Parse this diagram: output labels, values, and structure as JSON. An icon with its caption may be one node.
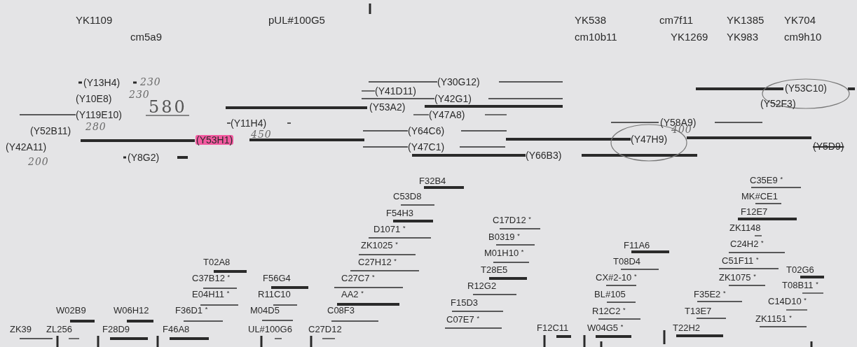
{
  "diagram": {
    "labels": [
      "YK1109",
      "pUL#100G5",
      "YK538",
      "cm7f11",
      "YK1385",
      "YK704",
      "cm5a9",
      "cm10b11",
      "YK1269",
      "YK983",
      "cm9h10",
      "(Y13H4)",
      "230",
      "(Y30G12)",
      "(Y41D11)",
      "(Y53C10)",
      "(Y10E8)",
      "230",
      "(Y42G1)",
      "580",
      "(Y53A2)",
      "(Y52F3)",
      "(Y119E10)",
      "(Y47A8)",
      "(Y11H4)",
      "(Y58A9)",
      "(Y52B11)",
      "280",
      "450",
      "(Y64C6)",
      "400",
      "(Y53H1)",
      "(Y47H9)",
      "(Y42A11)",
      "(Y47C1)",
      "(Y5D9)",
      "(Y8G2)",
      "(Y66B3)",
      "200",
      "F32B4",
      "C35E9 $^{*}$",
      "C53D8",
      "MK#CE1",
      "F54H3",
      "F12E7",
      "D1071 $^{*}$",
      "C17D12 $^{*}$",
      "ZK1148",
      "ZK1025 $^{*}$",
      "B0319 $^{*}$",
      "F11A6",
      "C24H2 $^{*}$",
      "M01H10 $^{*}$",
      "T02A8",
      "C27H12 $^{*}$",
      "T08D4",
      "C51F11 $^{*}$",
      "T28E5",
      "T02G6",
      "C37B12 $^{*}$",
      "F56G4",
      "C27C7 $^{*}$",
      "CX#2-10 $^{*}$",
      "ZK1075 $^{*}$",
      "R12G2",
      "T08B11 $^{*}$",
      "E04H11 $^{*}$",
      "R11C10",
      "AA2 $^{*}$",
      "BL#105",
      "F35E2 $^{*}$",
      "F15D3",
      "C14D10 $^{*}$",
      "W02B9",
      "W06H12",
      "F36D1 $^{*}$",
      "M04D5",
      "C08F3",
      "R12C2 $^{*}$",
      "T13E7",
      "C07E7 $^{*}$",
      "ZK1151 $^{*}$",
      "ZK39",
      "ZL256",
      "F28D9",
      "F46A8",
      "UL#100G6",
      "C27D12",
      "F12C11",
      "W04G5 $^{*}$",
      "T22H2"
    ]
  }
}
